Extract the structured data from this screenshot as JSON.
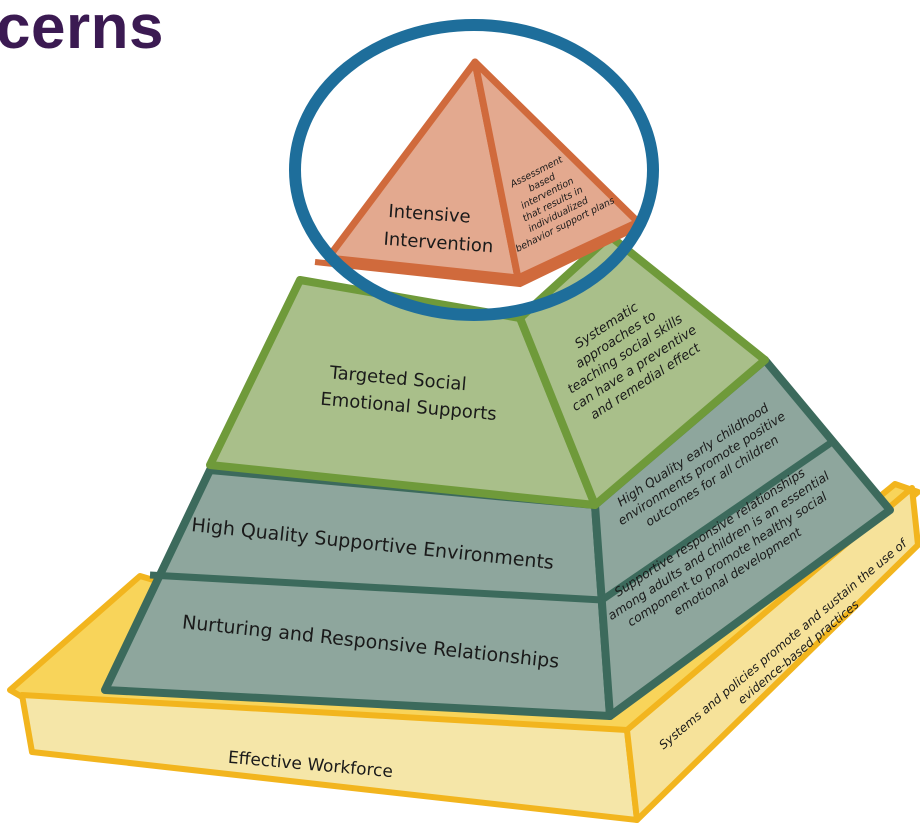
{
  "title": "cerns",
  "pyramid": {
    "tiers": [
      {
        "front": [
          "Intensive",
          "Intervention"
        ],
        "side": [
          "Assessment",
          "based",
          "intervention",
          "that results in",
          "individualized",
          "behavior support plans"
        ]
      },
      {
        "front": [
          "Targeted Social",
          "Emotional Supports"
        ],
        "side": [
          "Systematic",
          "approaches to",
          "teaching social skills",
          "can have a preventive",
          "and remedial effect"
        ]
      },
      {
        "front": [
          "High Quality Supportive Environments"
        ],
        "side": [
          "High Quality early childhood",
          "environments promote positive",
          "outcomes for all children"
        ]
      },
      {
        "front": [
          "Nurturing and Responsive Relationships"
        ],
        "side": [
          "Supportive responsive relationships",
          "among adults and children is an essential",
          "component to promote healthy social",
          "emotional development"
        ]
      }
    ],
    "base": {
      "front": "Effective Workforce",
      "side": [
        "Systems and policies promote and sustain the use of",
        "evidence-based practices"
      ]
    }
  },
  "colors": {
    "title": "#3b1a52",
    "top_tier": "#e3a98f",
    "top_edge": "#d06a3c",
    "green_tier": "#a9bf8a",
    "green_edge": "#6f9a3a",
    "teal_tier": "#8ea69d",
    "teal_edge": "#3c6a5c",
    "base": "#f8d45a",
    "base_edge": "#f2b51e",
    "highlight_circle": "#1e6e9b"
  }
}
